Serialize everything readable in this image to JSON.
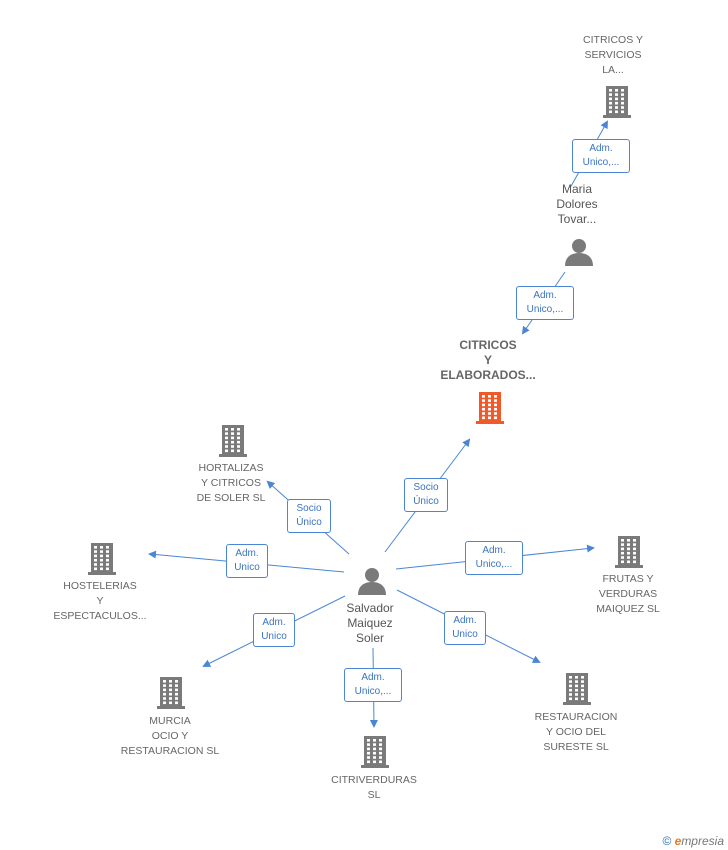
{
  "nodes": {
    "citricos_servicios": {
      "label": "CITRICOS Y\nSERVICIOS\nLA..."
    },
    "maria": {
      "label": "Maria\nDolores\nTovar..."
    },
    "citricos_elaborados": {
      "label": "CITRICOS\nY\nELABORADOS..."
    },
    "hortalizas": {
      "label": "HORTALIZAS\nY CITRICOS\nDE SOLER  SL"
    },
    "hostelerias": {
      "label": "HOSTELERIAS\nY\nESPECTACULOS..."
    },
    "salvador": {
      "label": "Salvador\nMaiquez\nSoler"
    },
    "frutas": {
      "label": "FRUTAS Y\nVERDURAS\nMAIQUEZ  SL"
    },
    "murcia": {
      "label": "MURCIA\nOCIO Y\nRESTAURACION SL"
    },
    "citriverduras": {
      "label": "CITRIVERDURAS\nSL"
    },
    "restauracion": {
      "label": "RESTAURACION\nY OCIO DEL\nSURESTE SL"
    }
  },
  "edges": {
    "maria_to_servicios": "Adm.\nUnico,...",
    "maria_to_elaborados": "Adm.\nUnico,...",
    "salvador_to_elaborados": "Socio\nÚnico",
    "salvador_to_hortalizas": "Socio\nÚnico",
    "salvador_to_hostelerias": "Adm.\nUnico",
    "salvador_to_frutas": "Adm.\nUnico,...",
    "salvador_to_murcia": "Adm.\nUnico",
    "salvador_to_citriverduras": "Adm.\nUnico,...",
    "salvador_to_restauracion": "Adm.\nUnico"
  },
  "colors": {
    "edge": "#4a86d4",
    "building": "#7a7a7a",
    "building_highlight": "#f05a28",
    "person": "#7a7a7a"
  },
  "footer": {
    "copyright": "©",
    "brand_initial": "e",
    "brand_rest": "mpresia"
  }
}
